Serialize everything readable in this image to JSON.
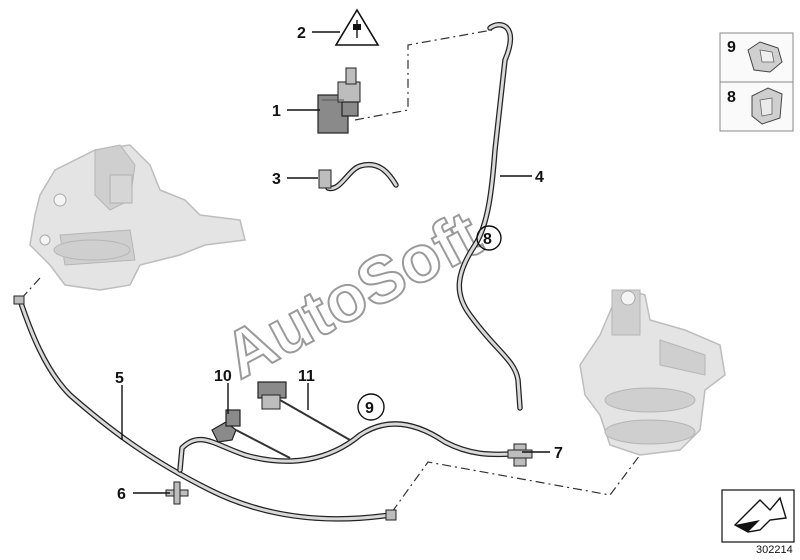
{
  "diagram": {
    "callouts": [
      {
        "id": "c1",
        "text": "1"
      },
      {
        "id": "c2",
        "text": "2"
      },
      {
        "id": "c3",
        "text": "3"
      },
      {
        "id": "c4",
        "text": "4"
      },
      {
        "id": "c5",
        "text": "5"
      },
      {
        "id": "c6",
        "text": "6"
      },
      {
        "id": "c7",
        "text": "7"
      },
      {
        "id": "c8",
        "text": "8"
      },
      {
        "id": "c9",
        "text": "9"
      },
      {
        "id": "c10",
        "text": "10"
      },
      {
        "id": "c11",
        "text": "11"
      }
    ],
    "inset": {
      "top_label": "9",
      "bottom_label": "8"
    },
    "watermark": "AutoSoft",
    "reference_number": "302214"
  }
}
